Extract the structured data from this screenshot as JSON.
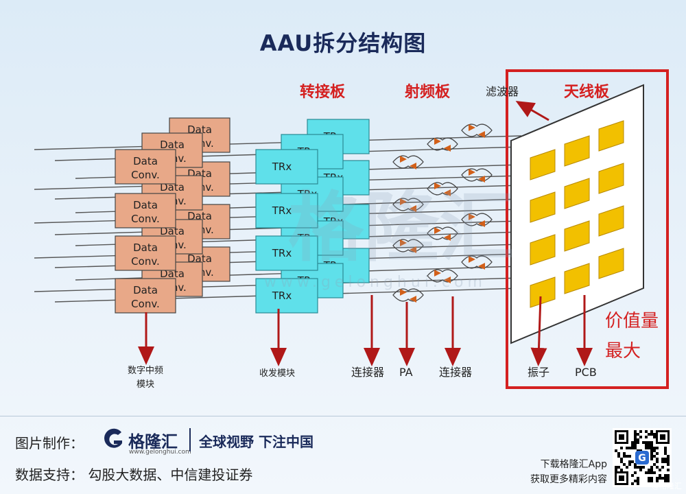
{
  "title": "AAU拆分结构图",
  "sections": {
    "adapter_board": "转接板",
    "rf_board": "射频板",
    "filter": "滤波器",
    "antenna_board": "天线板"
  },
  "blocks": {
    "data_conv": [
      "Data",
      "Conv."
    ],
    "trx": "TRx"
  },
  "bottom_labels": {
    "digital_if": [
      "数字中频",
      "模块"
    ],
    "transceiver": "收发模块",
    "connector_left": "连接器",
    "pa": "PA",
    "connector_right": "连接器",
    "element": "振子",
    "pcb": "PCB"
  },
  "value_note": [
    "价值量",
    "最大"
  ],
  "watermark": {
    "logo": "格隆汇",
    "url": "www.gelonghui.com"
  },
  "footer": {
    "made_by_label": "图片制作：",
    "logo_text": "格隆汇",
    "logo_url": "www.gelonghui.com",
    "slogan": "全球视野 下注中国",
    "data_support": "数据支持： 勾股大数据、中信建投证券",
    "app_line1": "下载格隆汇App",
    "app_line2": "获取更多精彩内容",
    "corner_mark": "@格隆汇"
  },
  "colors": {
    "title": "#1a2a5a",
    "data_conv": "#e8a888",
    "trx": "#5fe0ea",
    "red": "#d42020",
    "antenna_element": "#f2c000"
  }
}
